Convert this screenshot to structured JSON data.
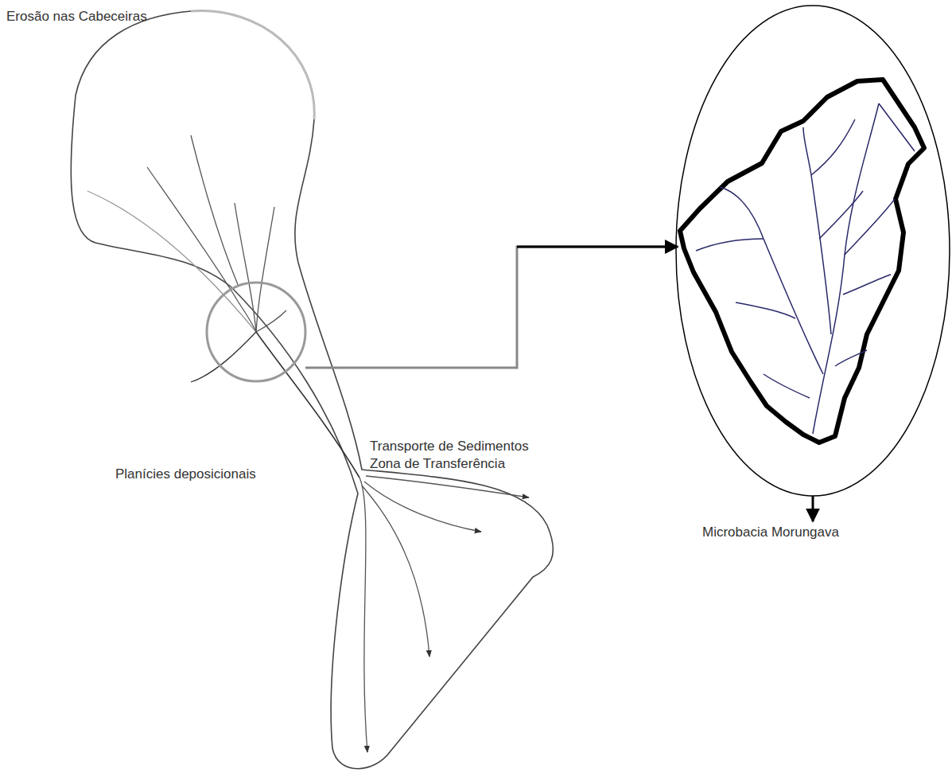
{
  "diagram": {
    "labels": [
      "Erosão nas Cabeceiras",
      "Transporte de Sedimentos Zona de Transferência",
      "Planícies deposicionais",
      "Microbacia Morungava"
    ]
  }
}
